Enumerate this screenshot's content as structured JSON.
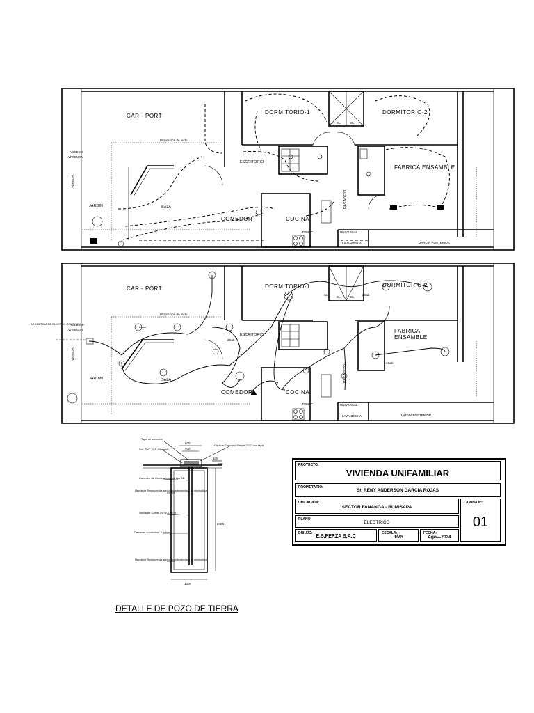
{
  "plans": {
    "top": {
      "rooms": {
        "carport": "CAR - PORT",
        "dorm1": "DORMITORIO-1",
        "dorm2": "DORMITORIO-2",
        "escritorio": "ESCRITORIO",
        "fabrica": "FABRICA ENSAMBLE",
        "sala": "SALA",
        "comedor": "COMEDOR",
        "cocina": "COCINA",
        "pasadizo": "PASADIZO",
        "jardin": "JARDIN",
        "jardin_post": "JARDIN POSTERIOR",
        "lavanderia": "LAVANDERIA",
        "acceso": "ACCESO",
        "vivienda": "VIVIENDA",
        "vereda": "VEREDA",
        "proyeccion": "Proyección de techo",
        "tomacorr": "TOMAC",
        "universal": "UNIVERSAL",
        "cl1": "CL",
        "cl2": "CL"
      }
    },
    "bottom": {
      "rooms": {
        "carport": "CAR - PORT",
        "dorm1": "DORMITORIO-1",
        "dorm2": "DORMITORIO-2",
        "escritorio": "ESCRITORIO",
        "fabrica1": "FABRICA",
        "fabrica2": "ENSAMBLE",
        "sala": "SALA",
        "comedor": "COMEDOR",
        "cocina": "COCINA",
        "pasadizo": "PASADIZO",
        "jardin": "JARDIN",
        "jardin_post": "JARDIN POSTERIOR",
        "lavanderia": "LAVANDERIA",
        "acceso": "ACCESO",
        "vivienda": "VIVIENDA",
        "vereda": "VEREDA",
        "proyeccion": "Proyección de techo",
        "tomacorr": "TOMAC",
        "universal": "UNIVERSAL",
        "acometida": "ACOMETIDA DE ELECTRO ORIENTE S.A.",
        "sw1": "2Sab",
        "sw2": "2Sab",
        "sw3": "2Sab",
        "cl1": "CL",
        "cl2": "CL",
        "sa": "Sa"
      }
    }
  },
  "detail": {
    "caption": "DETALLE DE POZO DE TIERRA",
    "notes": [
      "Tapa de concreto",
      "Sal. PVC SAP 20 mmØ",
      "Caja de Concreto Simple 7/11\" con tapa",
      "Conector de Cobre a tocador tipo AB",
      "Mezcla de Tierra cernida agrícola con bentonita o sal electrolítica",
      "Varilla de Cobre 3/4\"Ø 2.40 m",
      "Cemento conductivo 2 bolsas",
      "Mezcla de Tierra cernida agrícola con bentonita o sal electrolítica"
    ],
    "dims": [
      "600",
      "400",
      "100",
      "100",
      "2400",
      "1000"
    ]
  },
  "title_block": {
    "proyecto_key": "PROYECTO:",
    "proyecto": "VIVIENDA UNIFAMILIAR",
    "propietario_key": "PROPIETARIO:",
    "propietario": "Sr. RENY ANDERSON GARCIA ROJAS",
    "ubicacion_key": "UBICACION:",
    "ubicacion": "SECTOR FANANGA - RUMISAPA",
    "lamina_key": "LAMINA Nº:",
    "lamina": "01",
    "plano_key": "PLANO:",
    "plano": "ELECTRICO",
    "dibujo_key": "DIBUJO:",
    "dibujo": "E.S.PERZA S.A.C",
    "escala_key": "ESCALA:",
    "escala": "1/75",
    "fecha_key": "FECHA:",
    "fecha": "Ago—2024"
  }
}
